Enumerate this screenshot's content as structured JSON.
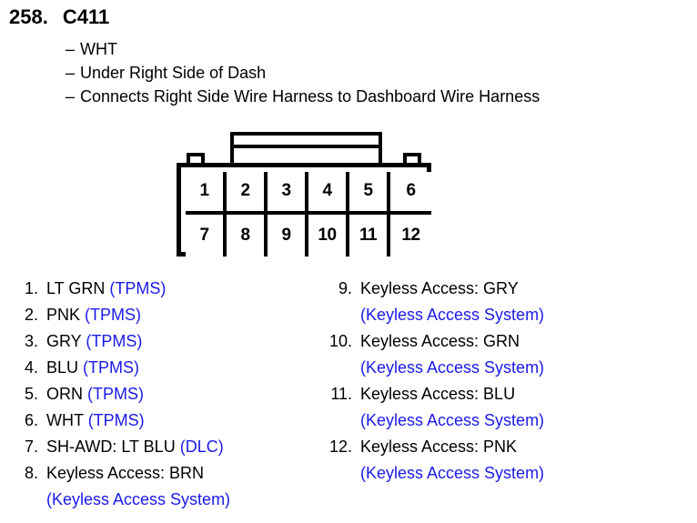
{
  "header": {
    "item_number": "258.",
    "connector_id": "C411",
    "bullets": [
      "WHT",
      "Under Right Side of Dash",
      "Connects Right Side Wire Harness to Dashboard Wire Harness"
    ],
    "bullet_dash": "–"
  },
  "connector": {
    "name": "C411",
    "pin_count": 12,
    "rows": 2,
    "columns": 6,
    "top_row_labels": [
      "1",
      "2",
      "3",
      "4",
      "5",
      "6"
    ],
    "bottom_row_labels": [
      "7",
      "8",
      "9",
      "10",
      "11",
      "12"
    ]
  },
  "colors": {
    "system_text": "#1a1ae8",
    "body_text": "#000000",
    "outline": "#000000",
    "background": "#ffffff"
  },
  "pins_left": [
    {
      "index": "1.",
      "wire": "LT GRN",
      "system": "(TPMS)",
      "wrap": false
    },
    {
      "index": "2.",
      "wire": "PNK",
      "system": "(TPMS)",
      "wrap": false
    },
    {
      "index": "3.",
      "wire": "GRY",
      "system": "(TPMS)",
      "wrap": false
    },
    {
      "index": "4.",
      "wire": "BLU",
      "system": "(TPMS)",
      "wrap": false
    },
    {
      "index": "5.",
      "wire": "ORN",
      "system": "(TPMS)",
      "wrap": false
    },
    {
      "index": "6.",
      "wire": "WHT",
      "system": "(TPMS)",
      "wrap": false
    },
    {
      "index": "7.",
      "wire": "SH-AWD: LT BLU",
      "system": "(DLC)",
      "wrap": false
    },
    {
      "index": "8.",
      "wire": "Keyless Access: BRN",
      "system": "(Keyless Access System)",
      "wrap": true
    }
  ],
  "pins_right": [
    {
      "index": "9.",
      "wire": "Keyless Access: GRY",
      "system": "(Keyless Access System)",
      "wrap": true
    },
    {
      "index": "10.",
      "wire": "Keyless Access: GRN",
      "system": "(Keyless Access System)",
      "wrap": true
    },
    {
      "index": "11.",
      "wire": "Keyless Access: BLU",
      "system": "(Keyless Access System)",
      "wrap": true
    },
    {
      "index": "12.",
      "wire": "Keyless Access: PNK",
      "system": "(Keyless Access System)",
      "wrap": true
    }
  ]
}
